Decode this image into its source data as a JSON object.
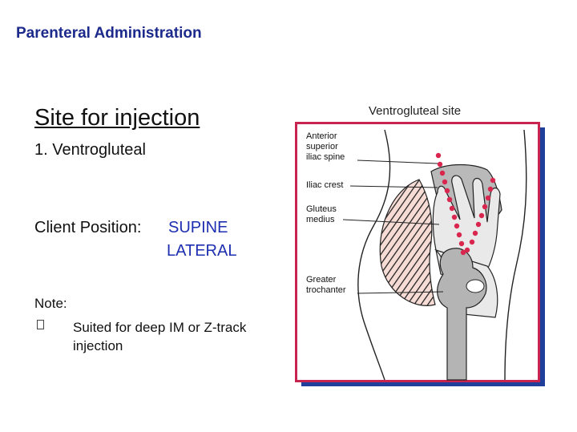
{
  "header": {
    "title": "Parenteral Administration"
  },
  "content": {
    "heading": "Site for injection",
    "site_item": "1. Ventrogluteal",
    "client_position_label": "Client Position:",
    "positions": [
      "SUPINE",
      "LATERAL"
    ],
    "note_label": "Note:",
    "note_items": [
      "Suited for deep IM or Z-track injection"
    ]
  },
  "figure": {
    "caption": "Ventrogluteal site",
    "labels": {
      "asis_1": "Anterior",
      "asis_2": "superior",
      "asis_3": "iliac spine",
      "iliac_crest": "Iliac crest",
      "gluteus_1": "Gluteus",
      "gluteus_2": "medius",
      "greater_1": "Greater",
      "greater_2": "trochanter"
    },
    "border_color": "#c8244f",
    "shadow_color": "#1f3f9a",
    "dot_color": "#d9264f"
  }
}
